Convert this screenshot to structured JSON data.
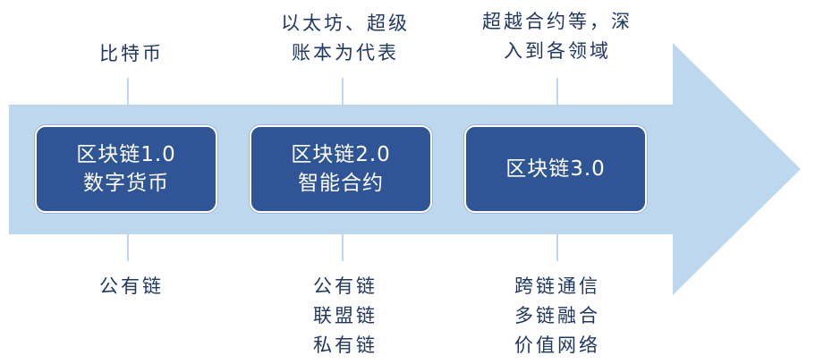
{
  "stages": [
    {
      "lines": [
        "区块链1.0",
        "数字货币"
      ],
      "above": [
        "比特币"
      ],
      "below": [
        "公有链"
      ]
    },
    {
      "lines": [
        "区块链2.0",
        "智能合约"
      ],
      "above": [
        "以太坊、超级",
        "账本为代表"
      ],
      "below": [
        "公有链",
        "联盟链",
        "私有链"
      ]
    },
    {
      "lines": [
        "区块链3.0"
      ],
      "above": [
        "超越合约等，深",
        "入到各领域"
      ],
      "below": [
        "跨链通信",
        "多链融合",
        "价值网络"
      ]
    }
  ],
  "colors": {
    "arrow_fill": "#bdd7ee",
    "box_fill": "#2f5597",
    "box_text": "#ffffff",
    "label_text": "#1f3864",
    "connector": "#bdd7ee"
  }
}
